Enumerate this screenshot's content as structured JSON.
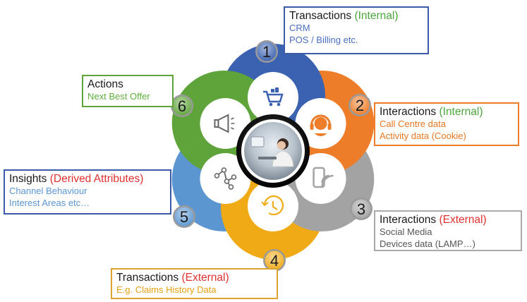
{
  "colors": {
    "blue": "#3a62b0",
    "orange": "#ee7d2a",
    "gray": "#a3a3a3",
    "yellow": "#f0aa16",
    "lightblue": "#5b96d1",
    "green": "#5fa43a",
    "red_accent": "#e03030",
    "green_accent": "#4aa53a"
  },
  "center": {
    "image": "person-at-computer-photo"
  },
  "segments": [
    {
      "number": "1",
      "color": "blue",
      "icon": "shopping-cart-icon",
      "callout": {
        "title": "Transactions",
        "qualifier": "(Internal)",
        "qualifier_color": "green_accent",
        "lines": [
          "CRM",
          "POS / Billing etc."
        ],
        "line_color": "#4a6fc0",
        "border": "#3c5aa8"
      }
    },
    {
      "number": "2",
      "color": "orange",
      "icon": "headset-icon",
      "callout": {
        "title": "Interactions",
        "qualifier": "(Internal)",
        "qualifier_color": "green_accent",
        "lines": [
          "Call Centre data",
          "Activity data (Cookie)"
        ],
        "line_color": "#e77723",
        "border": "#ee7d2a"
      }
    },
    {
      "number": "3",
      "color": "gray",
      "icon": "mobile-wifi-icon",
      "callout": {
        "title": "Interactions",
        "qualifier": "(External)",
        "qualifier_color": "red_accent",
        "lines": [
          "Social Media",
          "Devices data (LAMP…)"
        ],
        "line_color": "#555555",
        "border": "#a9a9a9"
      }
    },
    {
      "number": "4",
      "color": "yellow",
      "icon": "history-clock-icon",
      "callout": {
        "title": "Transactions",
        "qualifier": "(External)",
        "qualifier_color": "red_accent",
        "lines": [
          "E.g. Claims History Data"
        ],
        "line_color": "#e8a113",
        "border": "#dca332"
      }
    },
    {
      "number": "5",
      "color": "lightblue",
      "icon": "network-nodes-icon",
      "callout": {
        "title": "Insights",
        "qualifier": "(Derived Attributes)",
        "qualifier_color": "red_accent",
        "lines": [
          "Channel Behaviour",
          "Interest Areas etc…"
        ],
        "line_color": "#5b96d1",
        "border": "#3c5aa8"
      }
    },
    {
      "number": "6",
      "color": "green",
      "icon": "megaphone-icon",
      "callout": {
        "title": "Actions",
        "qualifier": "",
        "qualifier_color": "green_accent",
        "lines": [
          "Next Best Offer"
        ],
        "line_color": "#5fb03e",
        "border": "#5fa43a"
      }
    }
  ]
}
